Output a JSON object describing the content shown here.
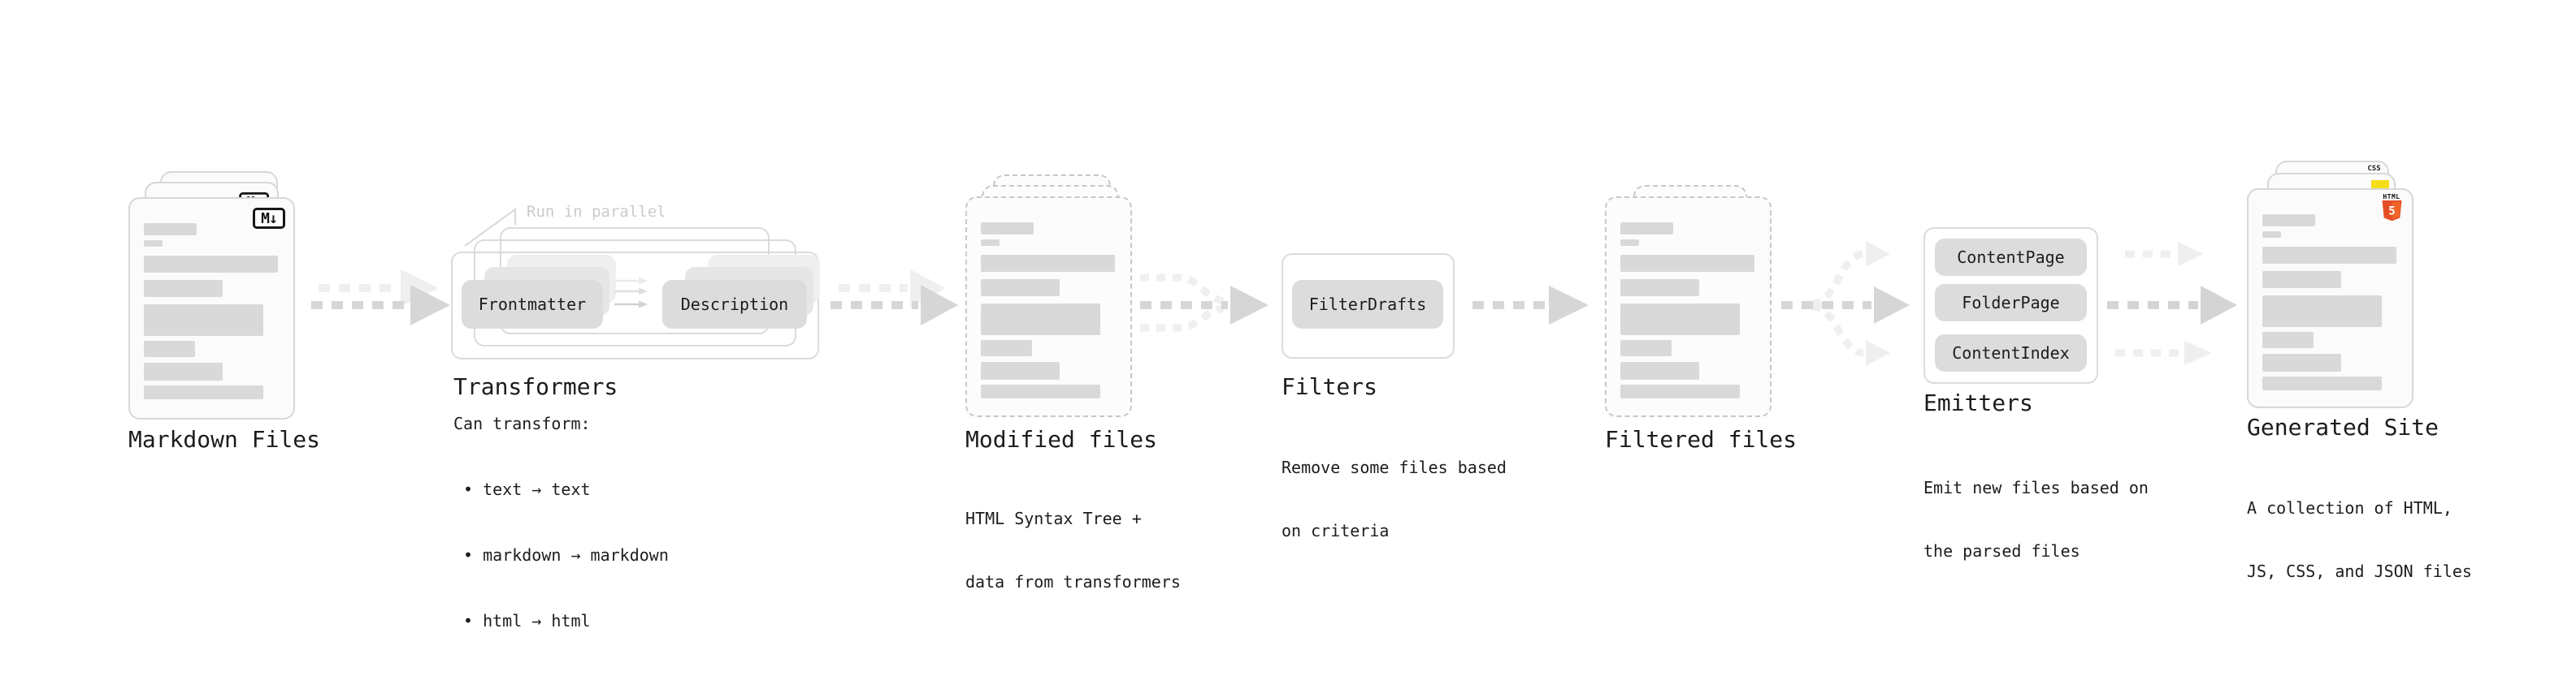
{
  "diagram": {
    "markdown": {
      "title": "Markdown Files",
      "badge": "M↓"
    },
    "transformers": {
      "annotation": "Run in parallel",
      "buttons": [
        "Frontmatter",
        "Description"
      ],
      "title": "Transformers",
      "caption": "Can transform:",
      "bullets": [
        "• text → text",
        "• markdown → markdown",
        "• html → html"
      ]
    },
    "modified": {
      "title": "Modified files",
      "caption": [
        "HTML Syntax Tree +",
        "data from transformers"
      ]
    },
    "filters": {
      "title": "Filters",
      "buttons": [
        "FilterDrafts"
      ],
      "caption": [
        "Remove some files based",
        "on criteria"
      ]
    },
    "filtered": {
      "title": "Filtered files"
    },
    "emitters": {
      "title": "Emitters",
      "buttons": [
        "ContentPage",
        "FolderPage",
        "ContentIndex"
      ],
      "caption": [
        "Emit new files based on",
        "the parsed files"
      ]
    },
    "generated": {
      "title": "Generated Site",
      "caption": [
        "A collection of HTML,",
        "JS, CSS, and JSON files"
      ],
      "badges": {
        "css": "CSS",
        "html_text": "HTML",
        "html_five": "5"
      }
    },
    "colors": {
      "html5_orange": "#e54d26",
      "html5_orange_light": "#f16529",
      "js_yellow": "#f5de19",
      "css_blue": "#2673f0",
      "skeleton_gray": "#d9d9d9",
      "arrow_dark": "#d6d6d6",
      "arrow_light": "#efefef"
    }
  }
}
